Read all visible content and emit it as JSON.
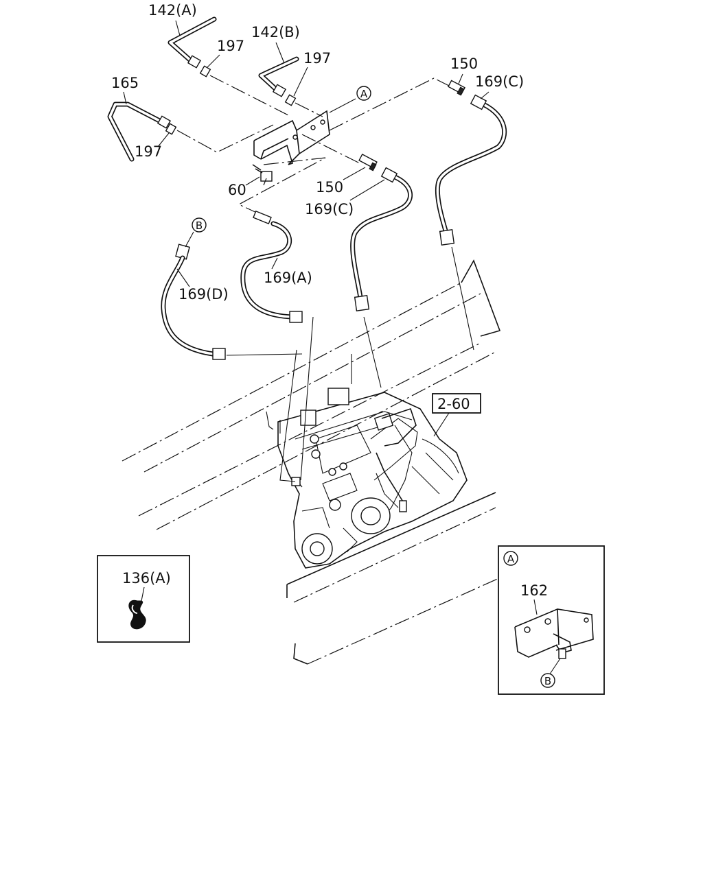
{
  "labels": {
    "p142a": "142(A)",
    "p142b": "142(B)",
    "p197_1": "197",
    "p197_2": "197",
    "p197_3": "197",
    "p165": "165",
    "p150_top": "150",
    "p169c_top": "169(C)",
    "p60": "60",
    "p150_mid": "150",
    "p169c_mid": "169(C)",
    "p169a": "169(A)",
    "p169d": "169(D)",
    "ref_2_60": "2-60",
    "p136a": "136(A)",
    "p162": "162"
  },
  "callouts": {
    "a_main": "A",
    "b_main": "B",
    "a_inset": "A",
    "b_inset": "B"
  }
}
